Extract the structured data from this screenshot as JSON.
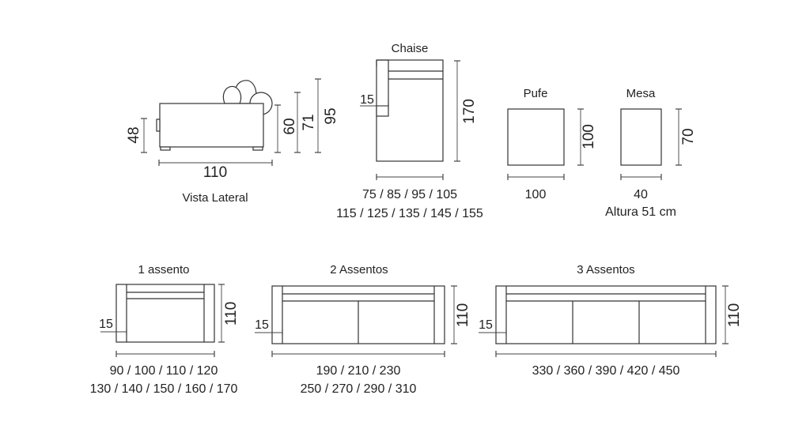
{
  "side_view": {
    "caption": "Vista Lateral",
    "depth": "110",
    "seat_height": "48",
    "arm_height": "60",
    "back_height": "71",
    "total_height": "95"
  },
  "chaise": {
    "title": "Chaise",
    "arm": "15",
    "length": "170",
    "widths_line1": "75 / 85 / 95 / 105",
    "widths_line2": "115 / 125 / 135 / 145 / 155"
  },
  "pufe": {
    "title": "Pufe",
    "height": "100",
    "width": "100"
  },
  "mesa": {
    "title": "Mesa",
    "height": "70",
    "width": "40",
    "note": "Altura 51 cm"
  },
  "one_seat": {
    "title": "1 assento",
    "arm": "15",
    "depth": "110",
    "widths_line1": "90 / 100 / 110 / 120",
    "widths_line2": "130 / 140 / 150 / 160 / 170"
  },
  "two_seat": {
    "title": "2 Assentos",
    "arm": "15",
    "depth": "110",
    "widths_line1": "190 / 210 / 230",
    "widths_line2": "250 / 270 / 290 / 310"
  },
  "three_seat": {
    "title": "3 Assentos",
    "arm": "15",
    "depth": "110",
    "widths_line1": "330 / 360 / 390 / 420 / 450"
  }
}
